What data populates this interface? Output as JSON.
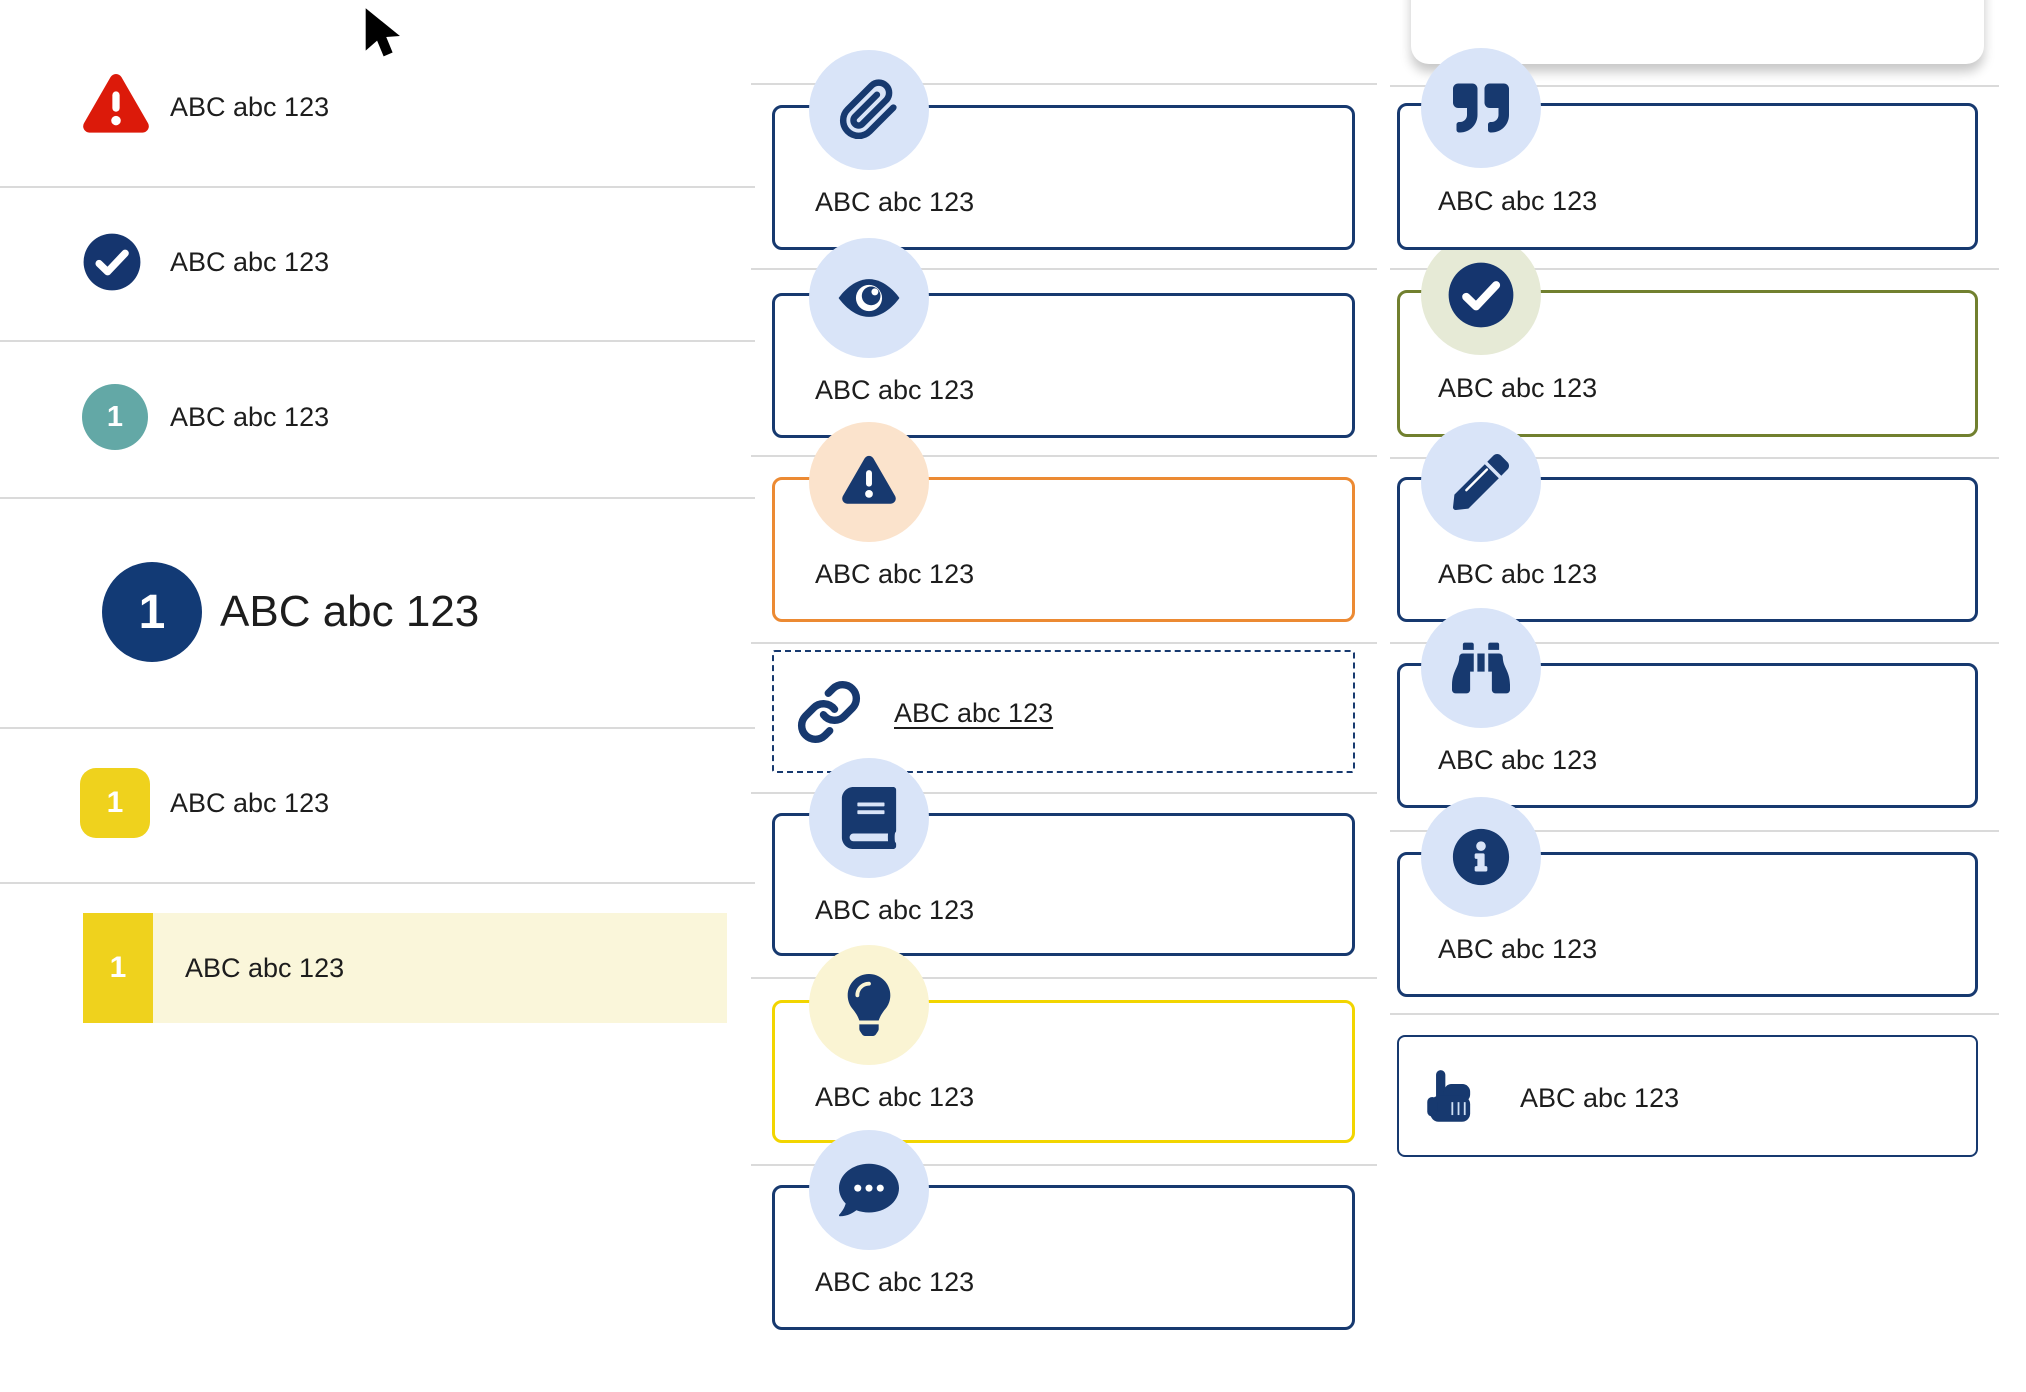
{
  "page": {
    "background": "#ffffff"
  },
  "colors": {
    "navy": "#17396F",
    "light_blue_circle": "#D9E4F8",
    "red": "#DC1A0A",
    "teal": "#63A8A6",
    "navy_badge": "#123A75",
    "yellow_badge": "#EFD21D",
    "pale_yellow_row": "#FAF6DA",
    "orange_border": "#EC8A33",
    "peach_circle": "#FBE3CC",
    "olive_border": "#71802F",
    "sage_circle": "#E6EAD6",
    "yellow_border": "#F2D500",
    "pale_yellow_circle": "#FAF4D3",
    "rule_gray": "#DADADA",
    "text": "#1D1D1D"
  },
  "cursor": {
    "icon": "mouse-cursor-icon"
  },
  "left_list": {
    "items": [
      {
        "icon": "warning-triangle-icon",
        "label": "ABC abc 123"
      },
      {
        "icon": "check-circle-icon",
        "label": "ABC abc 123"
      },
      {
        "badge": "1",
        "variant": "teal-circle",
        "label": "ABC abc 123"
      },
      {
        "badge": "1",
        "variant": "navy-circle-large",
        "label": "ABC abc 123"
      },
      {
        "badge": "1",
        "variant": "yellow-rounded",
        "label": "ABC abc 123"
      },
      {
        "badge": "1",
        "variant": "yellow-rect-highlighted",
        "label": "ABC abc 123"
      }
    ]
  },
  "middle_callouts": {
    "items": [
      {
        "icon": "paperclip-icon",
        "variant": "navy",
        "label": "ABC abc 123"
      },
      {
        "icon": "eye-icon",
        "variant": "navy",
        "label": "ABC abc 123"
      },
      {
        "icon": "warning-triangle-icon",
        "variant": "orange",
        "label": "ABC abc 123"
      },
      {
        "icon": "link-icon",
        "variant": "dashed-link",
        "label": "ABC abc 123"
      },
      {
        "icon": "book-icon",
        "variant": "navy",
        "label": "ABC abc 123"
      },
      {
        "icon": "lightbulb-icon",
        "variant": "yellow",
        "label": "ABC abc 123"
      },
      {
        "icon": "chat-icon",
        "variant": "navy",
        "label": "ABC abc 123"
      }
    ]
  },
  "right_callouts": {
    "items": [
      {
        "icon": "quote-icon",
        "variant": "navy",
        "label": "ABC abc 123"
      },
      {
        "icon": "check-circle-icon",
        "variant": "green",
        "label": "ABC abc 123"
      },
      {
        "icon": "pencil-icon",
        "variant": "navy",
        "label": "ABC abc 123"
      },
      {
        "icon": "binoculars-icon",
        "variant": "navy",
        "label": "ABC abc 123"
      },
      {
        "icon": "info-icon",
        "variant": "navy",
        "label": "ABC abc 123"
      },
      {
        "icon": "hand-point-up-icon",
        "variant": "plain",
        "label": "ABC abc 123"
      }
    ]
  }
}
